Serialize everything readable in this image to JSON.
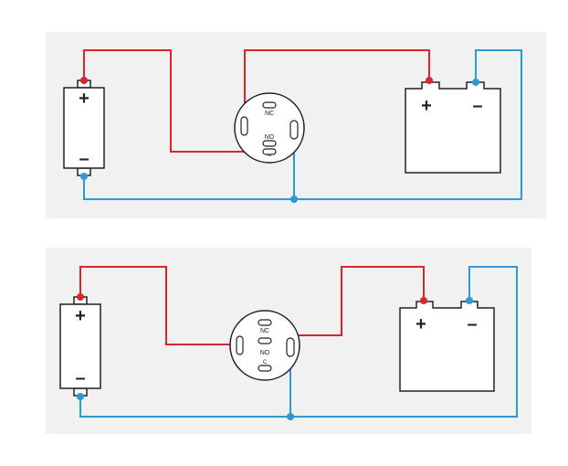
{
  "colors": {
    "panel": "#f1f1f1",
    "positive_wire": "#d9262b",
    "negative_wire": "#2b9ad6",
    "outline": "#222222",
    "background": "#ffffff"
  },
  "diagrams": [
    {
      "source": {
        "plus": "+",
        "minus": "–"
      },
      "switch": {
        "nc": "NC",
        "no": "NO",
        "c": "C"
      },
      "load": {
        "plus": "+",
        "minus": "–"
      }
    },
    {
      "source": {
        "plus": "+",
        "minus": "–"
      },
      "switch": {
        "nc": "NC",
        "no": "NO",
        "c": "C"
      },
      "load": {
        "plus": "+",
        "minus": "–"
      }
    }
  ]
}
